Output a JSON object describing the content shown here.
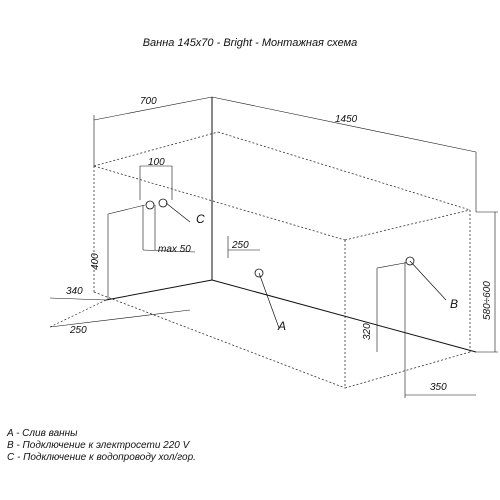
{
  "title": "Ванна 145x70 - Bright - Монтажная схема",
  "dimensions": {
    "width_700": "700",
    "length_1450": "1450",
    "d100": "100",
    "max50": "max 50",
    "d250_drain": "250",
    "h400": "400",
    "d340": "340",
    "d250_side": "250",
    "h320": "320",
    "d350": "350",
    "h580_600": "580÷600"
  },
  "points": {
    "a": "A",
    "b": "B",
    "c": "C"
  },
  "legend": {
    "a": "A - Слив ванны",
    "b": "B - Подключение к электросети 220 V",
    "c": "C - Подключение к водопроводу хол/гор."
  }
}
